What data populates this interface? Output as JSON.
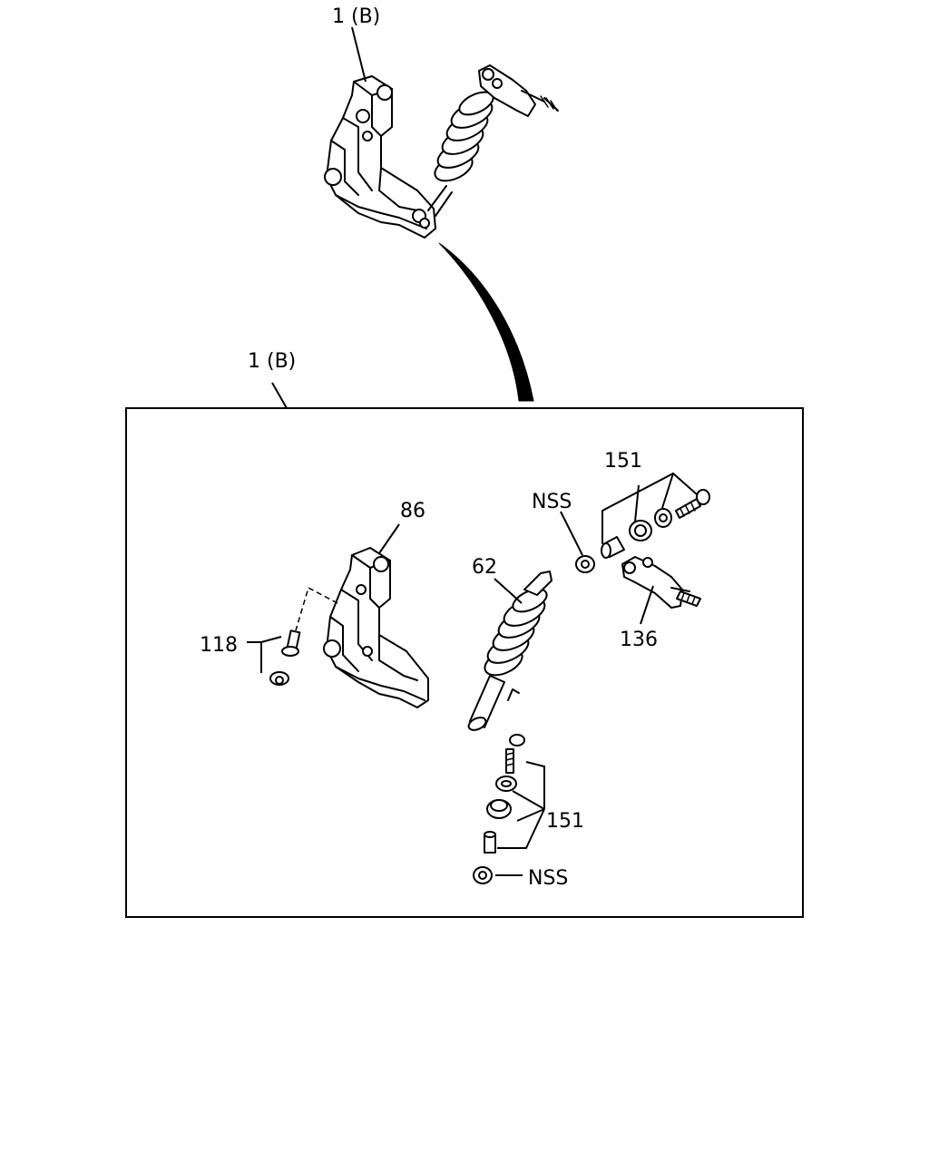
{
  "labels": {
    "assembly_top": "1 (B)",
    "assembly_frame": "1 (B)",
    "bracket": "86",
    "spring": "62",
    "pin_set": "118",
    "bolt_kit_upper": "151",
    "bolt_kit_lower": "151",
    "clevis": "136",
    "nut_upper": "NSS",
    "nut_lower": "NSS"
  },
  "colors": {
    "line": "#000000",
    "background": "#ffffff"
  }
}
